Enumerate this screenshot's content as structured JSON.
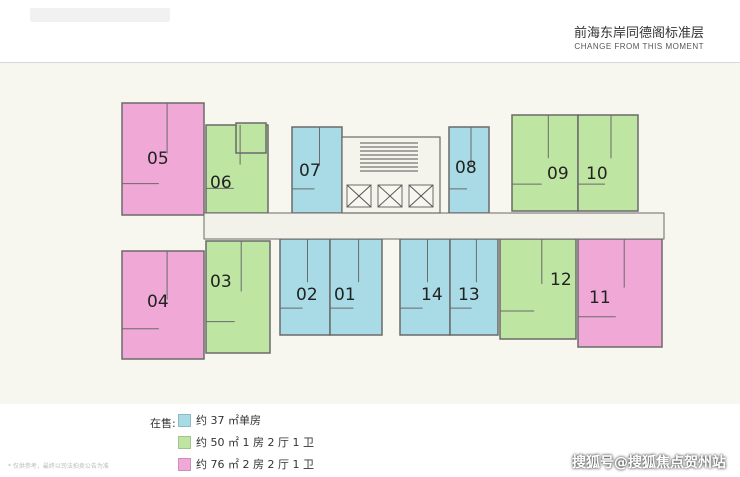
{
  "header": {
    "title": "前海东岸同德阁标准层",
    "subtitle": "CHANGE FROM THIS MOMENT"
  },
  "colors": {
    "blue": "#a8dbe6",
    "green": "#bfe5a2",
    "pink": "#f0a8d6",
    "wall": "#6a6a6a",
    "plan_bg": "#f7f7ef"
  },
  "units": [
    {
      "label": "05",
      "type": "pink"
    },
    {
      "label": "06",
      "type": "green"
    },
    {
      "label": "07",
      "type": "blue"
    },
    {
      "label": "08",
      "type": "blue"
    },
    {
      "label": "09",
      "type": "green"
    },
    {
      "label": "10",
      "type": "green"
    },
    {
      "label": "04",
      "type": "pink"
    },
    {
      "label": "03",
      "type": "green"
    },
    {
      "label": "02",
      "type": "blue"
    },
    {
      "label": "01",
      "type": "blue"
    },
    {
      "label": "14",
      "type": "blue"
    },
    {
      "label": "13",
      "type": "blue"
    },
    {
      "label": "12",
      "type": "green"
    },
    {
      "label": "11",
      "type": "pink"
    }
  ],
  "legend": {
    "caption": "在售:",
    "items": [
      {
        "text": "约 37 ㎡单房",
        "color": "#a8dbe6"
      },
      {
        "text": "约 50 ㎡ 1 房 2 厅 1 卫",
        "color": "#bfe5a2"
      },
      {
        "text": "约 76 ㎡ 2 房 2 厅 1 卫",
        "color": "#f0a8d6"
      }
    ]
  },
  "footnote": "* 仅供参考，最终以司法拍卖公告为准",
  "watermark": "搜狐号@搜狐焦点贺州站"
}
